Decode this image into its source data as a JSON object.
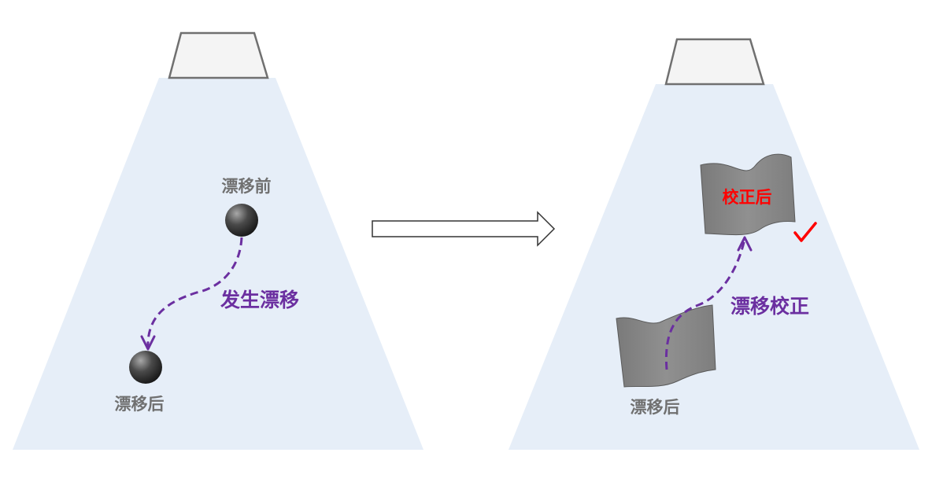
{
  "left_panel": {
    "label_before": "漂移前",
    "label_after": "漂移后",
    "label_drift": "发生漂移"
  },
  "right_panel": {
    "label_after": "漂移后",
    "label_corrected": "校正后",
    "label_correction": "漂移校正"
  },
  "colors": {
    "beam_fill": "#e6eef8",
    "label_gray": "#707070",
    "path_purple": "#6b2fa0",
    "highlight_red": "#ff0000",
    "surface_gray": "#868686",
    "projector_fill": "#f4f4f4",
    "projector_stroke": "#707070"
  },
  "icons": {
    "checkmark": "check-icon"
  }
}
